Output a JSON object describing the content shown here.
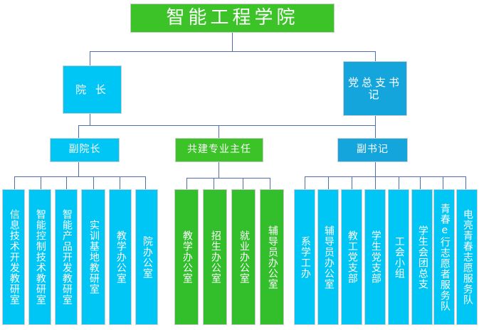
{
  "chart_title": "智能工程学院",
  "colors": {
    "title_green": "#3bc327",
    "leaf_green": "#33bf2c",
    "cyan": "#00c6f5",
    "blue": "#15a5dd",
    "connector": "#4f6fae",
    "text": "#ffffff",
    "background": "#ffffff"
  },
  "root": {
    "label": "智能工程学院"
  },
  "level2": {
    "dean": {
      "label": "院 长"
    },
    "party_secretary": {
      "label": "党总支书 记"
    }
  },
  "level3": {
    "vice_dean": {
      "label": "副院长"
    },
    "joint_major_director": {
      "label": "共建专业主任"
    },
    "deputy_secretary": {
      "label": "副书记"
    }
  },
  "dean_units": [
    {
      "label": "信息技术开发教研室"
    },
    {
      "label": "智能控制技术教研室"
    },
    {
      "label": "智能产品开发教研室"
    },
    {
      "label": "实训基地教研室"
    },
    {
      "label": "教学办公室"
    },
    {
      "label": "院办公室"
    }
  ],
  "joint_major_units": [
    {
      "label": "教学办公室"
    },
    {
      "label": "招生办公室"
    },
    {
      "label": "就业办公室"
    },
    {
      "label": "辅导员办公室"
    }
  ],
  "party_units": [
    {
      "label": "系学工办"
    },
    {
      "label": "辅导员办公室"
    },
    {
      "label": "教工党支部"
    },
    {
      "label": "学生党支部"
    },
    {
      "label": "工会小组"
    },
    {
      "label": "学生会团总支"
    },
    {
      "label": "青春e行志愿者服务队"
    },
    {
      "label": "电亮青春志愿服务队"
    }
  ]
}
